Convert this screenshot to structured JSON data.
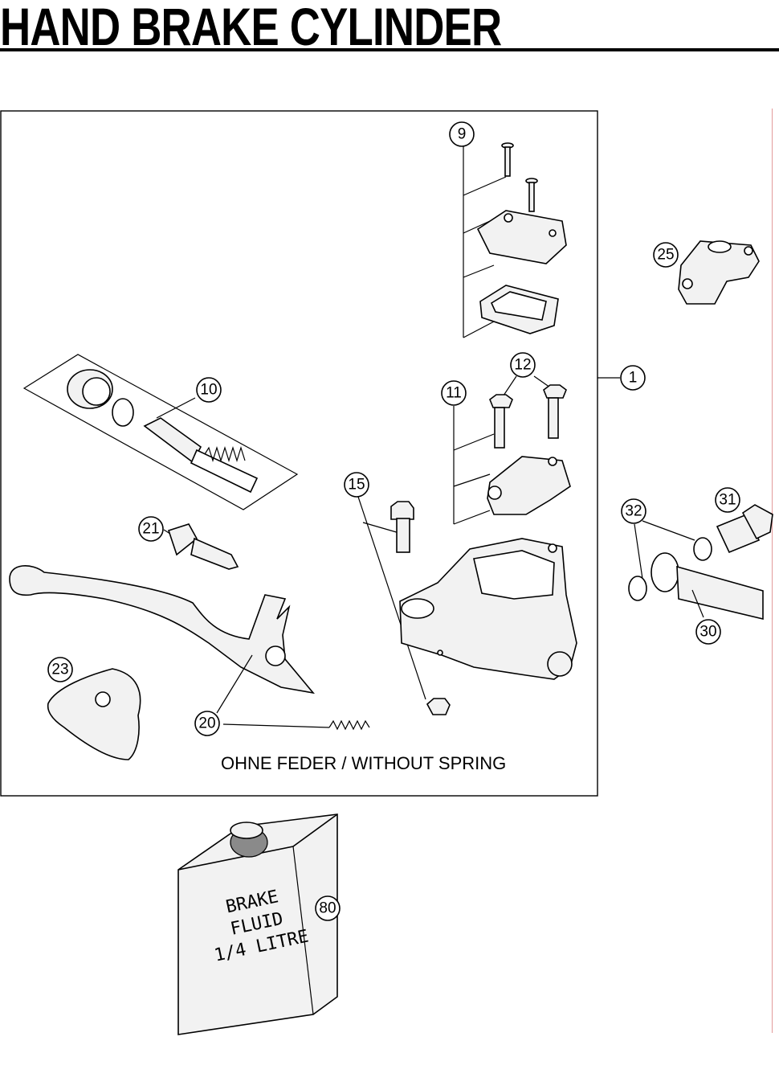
{
  "page": {
    "title": "HAND BRAKE CYLINDER",
    "note": "OHNE FEDER / WITHOUT SPRING"
  },
  "callouts": [
    {
      "id": "c1",
      "label": "1"
    },
    {
      "id": "c9",
      "label": "9"
    },
    {
      "id": "c10",
      "label": "10"
    },
    {
      "id": "c11",
      "label": "11"
    },
    {
      "id": "c12",
      "label": "12"
    },
    {
      "id": "c15",
      "label": "15"
    },
    {
      "id": "c20",
      "label": "20"
    },
    {
      "id": "c21",
      "label": "21"
    },
    {
      "id": "c23",
      "label": "23"
    },
    {
      "id": "c25",
      "label": "25"
    },
    {
      "id": "c30",
      "label": "30"
    },
    {
      "id": "c31",
      "label": "31"
    },
    {
      "id": "c32",
      "label": "32"
    },
    {
      "id": "c80",
      "label": "80"
    }
  ],
  "fluid_container": {
    "label_lines": [
      "BRAKE",
      "FLUID",
      "1/4 LITRE"
    ]
  }
}
